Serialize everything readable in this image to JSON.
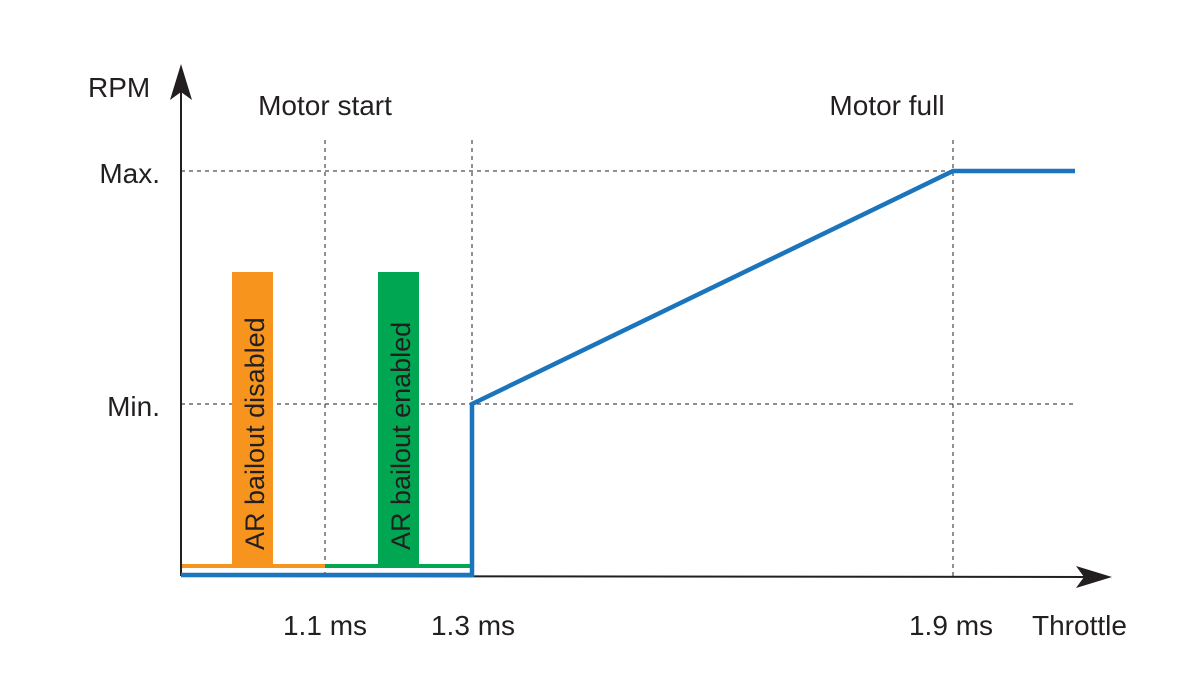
{
  "chart_data": {
    "type": "line",
    "ylabel": "RPM",
    "xlabel": "Throttle",
    "y_ticks": [
      "Min.",
      "Max."
    ],
    "x_ticks": [
      "1.1 ms",
      "1.3 ms",
      "1.9 ms"
    ],
    "annotations": {
      "motor_start": "Motor start",
      "motor_full": "Motor full"
    },
    "series": [
      {
        "name": "RPM curve",
        "color": "#1a75bc",
        "points": [
          [
            "0",
            "0"
          ],
          [
            "1.3 ms",
            "0"
          ],
          [
            "1.3 ms",
            "Min."
          ],
          [
            "1.9 ms",
            "Max."
          ],
          [
            "end",
            "Max."
          ]
        ]
      },
      {
        "name": "AR bailout disabled",
        "color": "#f7941d",
        "range": [
          "0",
          "1.1 ms"
        ]
      },
      {
        "name": "AR bailout enabled",
        "color": "#00a651",
        "range": [
          "1.1 ms",
          "1.3 ms"
        ]
      }
    ],
    "bars": [
      {
        "label": "AR bailout disabled",
        "color": "#f7941d"
      },
      {
        "label": "AR bailout enabled",
        "color": "#00a651"
      }
    ]
  }
}
